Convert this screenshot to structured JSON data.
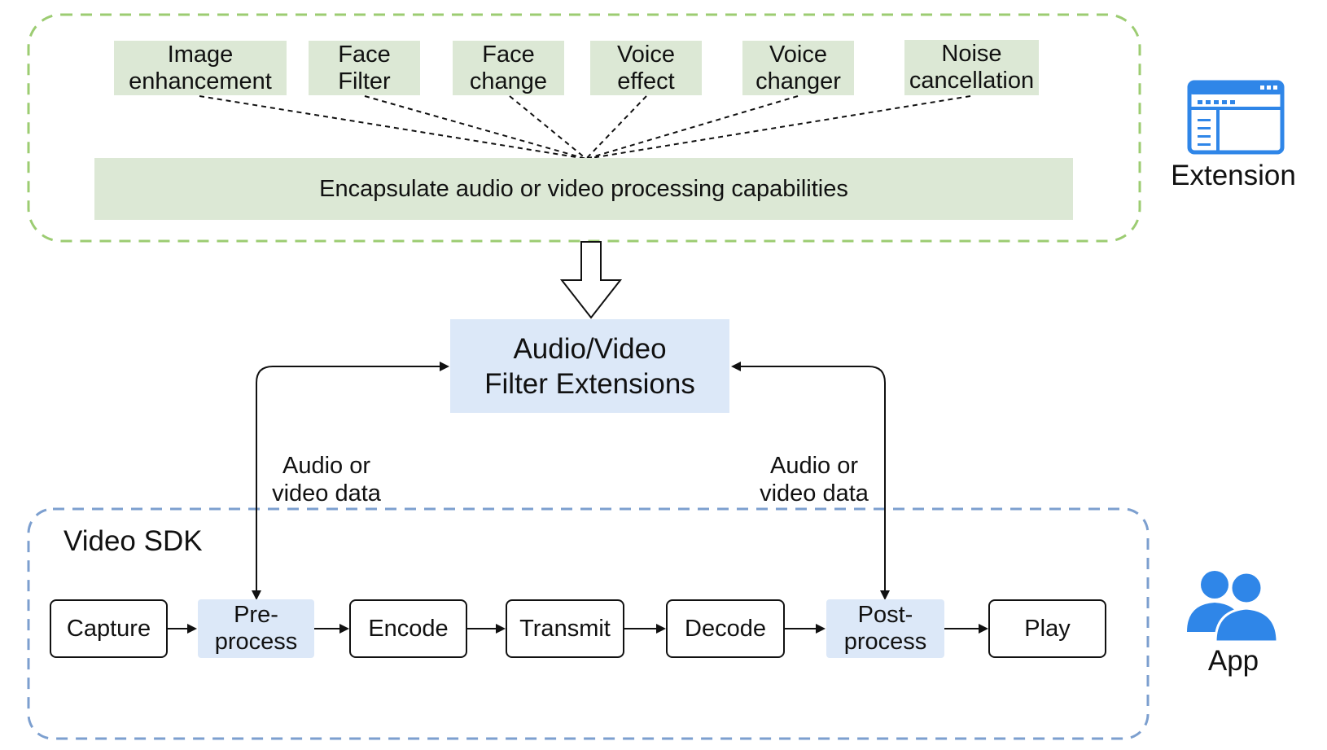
{
  "extension": {
    "label": "Extension",
    "capabilities": [
      {
        "line1": "Image",
        "line2": "enhancement"
      },
      {
        "line1": "Face",
        "line2": "Filter"
      },
      {
        "line1": "Face",
        "line2": "change"
      },
      {
        "line1": "Voice",
        "line2": "effect"
      },
      {
        "line1": "Voice",
        "line2": "changer"
      },
      {
        "line1": "Noise",
        "line2": "cancellation"
      }
    ],
    "encapsulate": "Encapsulate audio or video processing capabilities",
    "icon": "browser-window-icon",
    "border_color": "#9ccc72"
  },
  "filter_extensions": {
    "line1": "Audio/Video",
    "line2": "Filter Extensions"
  },
  "data_labels": {
    "left": {
      "line1": "Audio or",
      "line2": "video data"
    },
    "right": {
      "line1": "Audio or",
      "line2": "video data"
    }
  },
  "sdk": {
    "title": "Video SDK",
    "border_color": "#7c9fcf",
    "stages": [
      {
        "line1": "Capture",
        "line2": ""
      },
      {
        "line1": "Pre-",
        "line2": "process"
      },
      {
        "line1": "Encode",
        "line2": ""
      },
      {
        "line1": "Transmit",
        "line2": ""
      },
      {
        "line1": "Decode",
        "line2": ""
      },
      {
        "line1": "Post-",
        "line2": "process"
      },
      {
        "line1": "Play",
        "line2": ""
      }
    ]
  },
  "app": {
    "label": "App",
    "icon": "users-icon",
    "color": "#2f86e8"
  },
  "colors": {
    "green_fill": "#dce8d5",
    "blue_fill": "#dce8f8"
  }
}
